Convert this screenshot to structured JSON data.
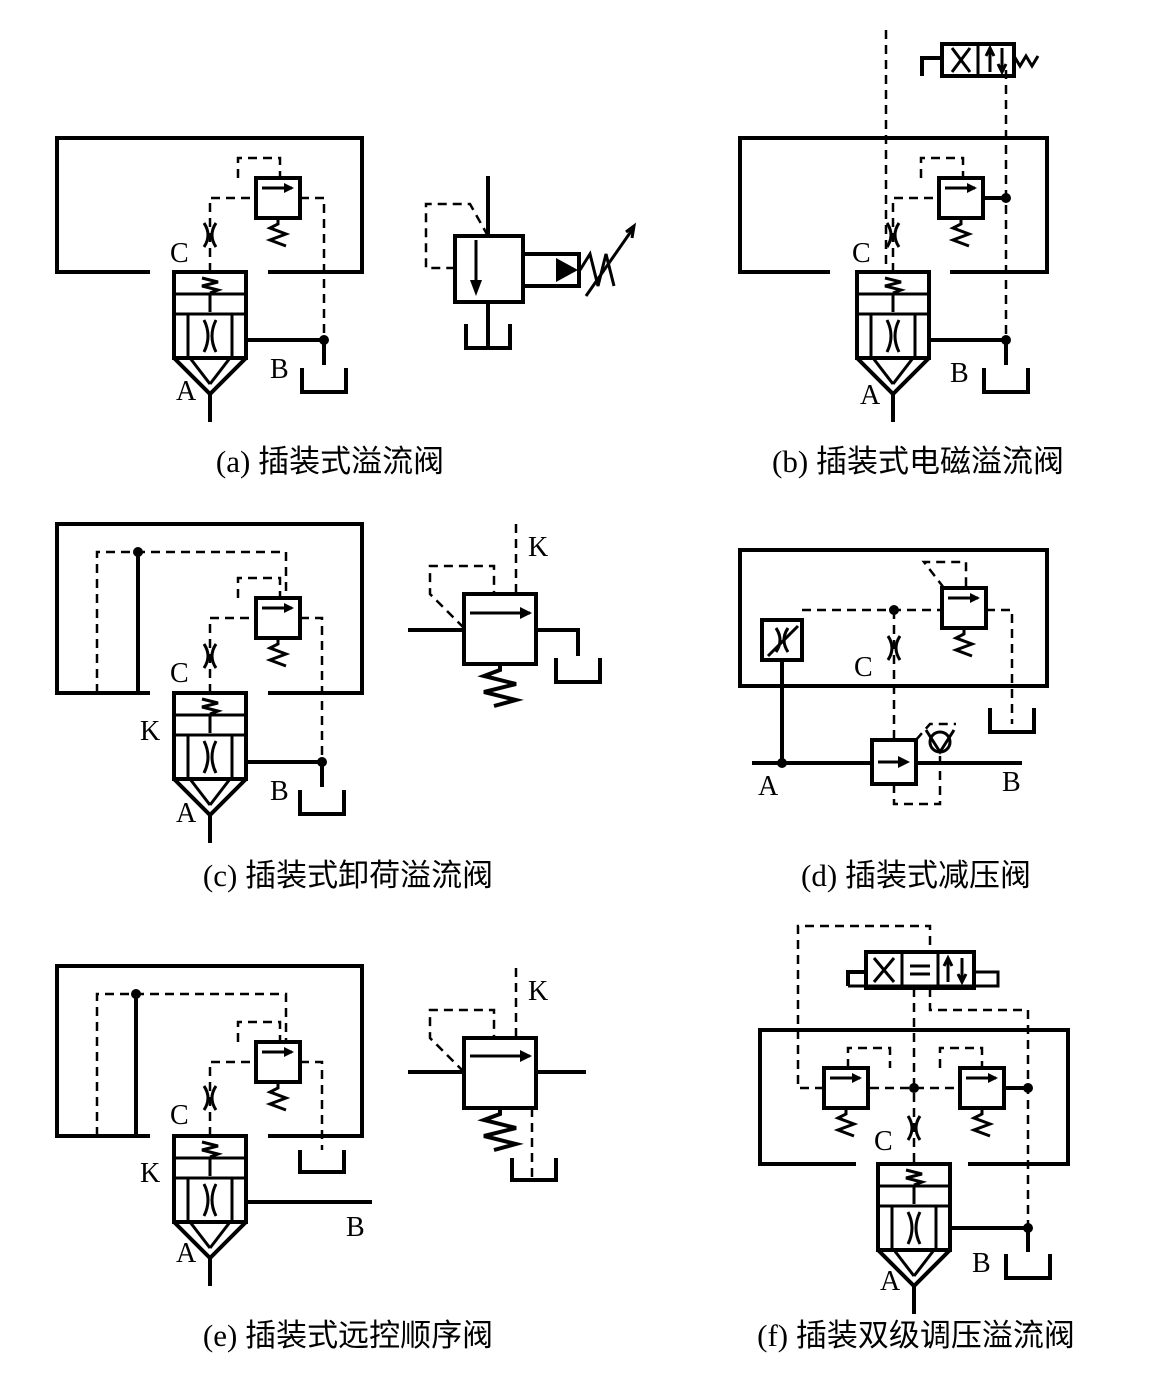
{
  "captions": {
    "a": "(a) 插装式溢流阀",
    "b": "(b) 插装式电磁溢流阀",
    "c": "(c) 插装式卸荷溢流阀",
    "d": "(d) 插装式减压阀",
    "e": "(e) 插装式远控顺序阀",
    "f": "(f) 插装双级调压溢流阀"
  },
  "labels": {
    "a": {
      "c": "C",
      "a": "A",
      "b": "B"
    },
    "b": {
      "c": "C",
      "a": "A",
      "b": "B"
    },
    "c": {
      "c": "C",
      "k": "K",
      "a": "A",
      "b": "B",
      "k2": "K"
    },
    "d": {
      "c": "C",
      "a": "A",
      "b": "B"
    },
    "e": {
      "c": "C",
      "k": "K",
      "a": "A",
      "b": "B",
      "k2": "K"
    },
    "f": {
      "c": "C",
      "a": "A",
      "b": "B"
    }
  }
}
